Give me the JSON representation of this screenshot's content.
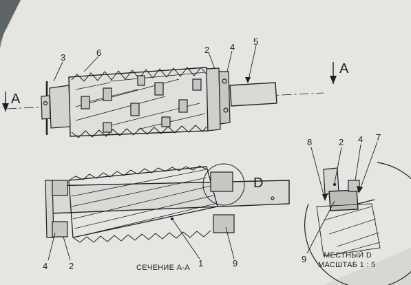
{
  "drawing": {
    "callouts": {
      "n1": "1",
      "n2_top": "2",
      "n3": "3",
      "n4_top": "4",
      "n5": "5",
      "n6": "6",
      "n4_bottom": "4",
      "n2_bottom": "2",
      "n9_bottom": "9",
      "n8_detail": "8",
      "n2_detail": "2",
      "n4_detail": "4",
      "n7_detail": "7",
      "n9_detail": "9"
    },
    "section_marks": {
      "a_left": "A",
      "a_right": "A",
      "d_detail": "D"
    },
    "captions": {
      "section": "СЕЧЕНИЕ А-А",
      "detail_title": "МЕСТНЫЙ D",
      "detail_scale": "МАСШТАБ 1 : 5"
    },
    "colors": {
      "ink": "#1d1f24",
      "paper": "#e6e5e1",
      "shadow": "#6d7276"
    }
  }
}
